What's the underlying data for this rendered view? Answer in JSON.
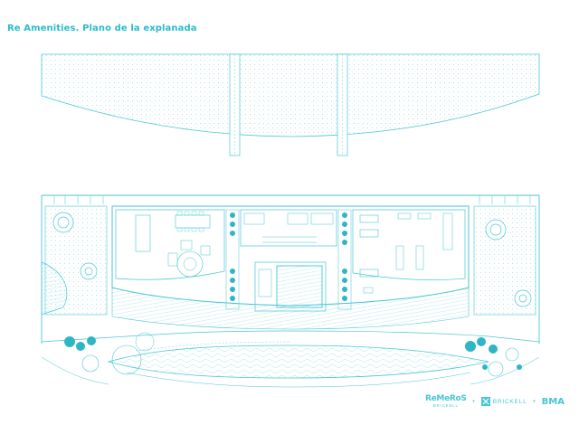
{
  "title": "Re Amenities. Plano de la explanada",
  "logos": {
    "remeros_main": "ReMeRoS",
    "remeros_sub": "BRICKELL",
    "separator": "+",
    "brickell": "BRICKELL",
    "bma": "BMA"
  },
  "colors": {
    "line": "#49c6d4",
    "title": "#2bbcc9",
    "fill_dark": "#2fb6c4"
  }
}
